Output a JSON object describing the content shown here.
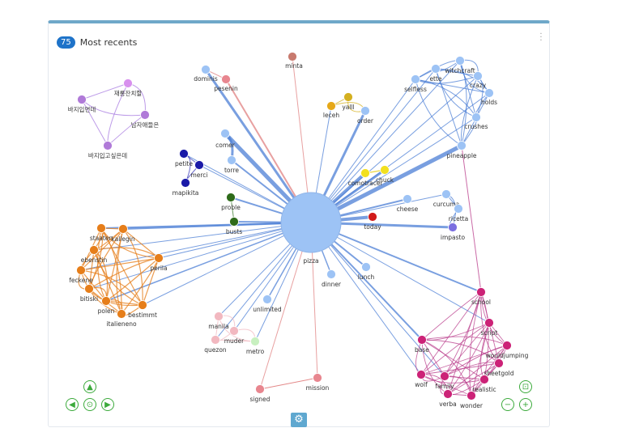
{
  "header": {
    "badge": "75",
    "title": "Most recents"
  },
  "colors": {
    "hub": "#9dc3f5",
    "blue": "#4c7fd6",
    "orange": "#e67e1a",
    "pink": "#cc2277",
    "purple": "#9b59d6",
    "red": "#d96060"
  },
  "hub": {
    "label": "pizza"
  },
  "nodes": [
    {
      "id": "dominis",
      "label": "dominis",
      "color": "#9dc3f5"
    },
    {
      "id": "pesenin",
      "label": "pesenin",
      "color": "#e8868f"
    },
    {
      "id": "minta",
      "label": "minta",
      "color": "#c87a6e"
    },
    {
      "id": "leceh",
      "label": "leceh",
      "color": "#e6a817"
    },
    {
      "id": "yalll",
      "label": "yalll",
      "color": "#d4b020"
    },
    {
      "id": "order",
      "label": "order",
      "color": "#9dc3f5"
    },
    {
      "id": "selfless",
      "label": "selfless",
      "color": "#9dc3f5"
    },
    {
      "id": "ette",
      "label": "ette",
      "color": "#9dc3f5"
    },
    {
      "id": "witchcraft",
      "label": "witchcraft",
      "color": "#9dc3f5"
    },
    {
      "id": "crazy",
      "label": "crazy",
      "color": "#9dc3f5"
    },
    {
      "id": "holds",
      "label": "holds",
      "color": "#9dc3f5"
    },
    {
      "id": "crushes",
      "label": "crushes",
      "color": "#9dc3f5"
    },
    {
      "id": "pineapple",
      "label": "pineapple",
      "color": "#9dc3f5"
    },
    {
      "id": "comer",
      "label": "comer",
      "color": "#9dc3f5"
    },
    {
      "id": "torre",
      "label": "torre",
      "color": "#9dc3f5"
    },
    {
      "id": "petite",
      "label": "petite",
      "color": "#1a1aa8"
    },
    {
      "id": "merci",
      "label": "merci",
      "color": "#1a1aa8"
    },
    {
      "id": "mapikita",
      "label": "mapikita",
      "color": "#1a1aa8"
    },
    {
      "id": "comotracer",
      "label": "comotracer",
      "color": "#f2e020"
    },
    {
      "id": "chuck",
      "label": "chuck",
      "color": "#f2e020"
    },
    {
      "id": "cheese",
      "label": "cheese",
      "color": "#9dc3f5"
    },
    {
      "id": "curcuma",
      "label": "curcuma",
      "color": "#9dc3f5"
    },
    {
      "id": "ricetta",
      "label": "ricetta",
      "color": "#9dc3f5"
    },
    {
      "id": "impasto",
      "label": "impasto",
      "color": "#7a6ee0"
    },
    {
      "id": "today",
      "label": "today",
      "color": "#d11a1a"
    },
    {
      "id": "proble",
      "label": "proble",
      "color": "#2e6b1a"
    },
    {
      "id": "busts",
      "label": "busts",
      "color": "#2e6b1a"
    },
    {
      "id": "lunch",
      "label": "lunch",
      "color": "#9dc3f5"
    },
    {
      "id": "dinner",
      "label": "dinner",
      "color": "#9dc3f5"
    },
    {
      "id": "unlimited",
      "label": "unlimited",
      "color": "#9dc3f5"
    },
    {
      "id": "k1",
      "label": "재롱잔치할",
      "color": "#d890ee"
    },
    {
      "id": "k2",
      "label": "바지입면데",
      "color": "#b07ad8"
    },
    {
      "id": "k3",
      "label": "남자애들은",
      "color": "#b07ad8"
    },
    {
      "id": "k4",
      "label": "바지입고싶은데",
      "color": "#b07ad8"
    },
    {
      "id": "o1",
      "label": "staaten",
      "color": "#e67e1a"
    },
    {
      "id": "o2",
      "label": "kallegin",
      "color": "#e67e1a"
    },
    {
      "id": "o3",
      "label": "ebenstin",
      "color": "#e67e1a"
    },
    {
      "id": "o4",
      "label": "perila",
      "color": "#e67e1a"
    },
    {
      "id": "o5",
      "label": "feckene",
      "color": "#e67e1a"
    },
    {
      "id": "o6",
      "label": "bitiski",
      "color": "#e67e1a"
    },
    {
      "id": "o7",
      "label": "polen",
      "color": "#e67e1a"
    },
    {
      "id": "o8",
      "label": "bestimmt",
      "color": "#e67e1a"
    },
    {
      "id": "o9",
      "label": "italieneno",
      "color": "#e67e1a"
    },
    {
      "id": "manila",
      "label": "manila",
      "color": "#f2b8c0"
    },
    {
      "id": "quezon",
      "label": "quezon",
      "color": "#f2b8c0"
    },
    {
      "id": "muder",
      "label": "muder",
      "color": "#f2b8c0"
    },
    {
      "id": "metro",
      "label": "metro",
      "color": "#c8f0c0"
    },
    {
      "id": "school",
      "label": "school",
      "color": "#cc2277"
    },
    {
      "id": "script",
      "label": "script",
      "color": "#cc2277"
    },
    {
      "id": "base",
      "label": "base",
      "color": "#cc2277"
    },
    {
      "id": "wouldjump",
      "label": "wouldjumping",
      "color": "#cc2277"
    },
    {
      "id": "wolf",
      "label": "wolf",
      "color": "#cc2277"
    },
    {
      "id": "family",
      "label": "family",
      "color": "#cc2277"
    },
    {
      "id": "sheetgold",
      "label": "sheetgold",
      "color": "#cc2277"
    },
    {
      "id": "verba",
      "label": "verba",
      "color": "#cc2277"
    },
    {
      "id": "realistic",
      "label": "realistic",
      "color": "#cc2277"
    },
    {
      "id": "wonder",
      "label": "wonder",
      "color": "#cc2277"
    },
    {
      "id": "signed",
      "label": "signed",
      "color": "#e8868f"
    },
    {
      "id": "mission",
      "label": "mission",
      "color": "#e8868f"
    }
  ],
  "controls": {
    "up": "▲",
    "left": "◀",
    "center": "⊙",
    "right": "▶",
    "zoom_fit": "⊡",
    "zoom_out": "−",
    "zoom_in": "+",
    "settings": "⚙"
  }
}
